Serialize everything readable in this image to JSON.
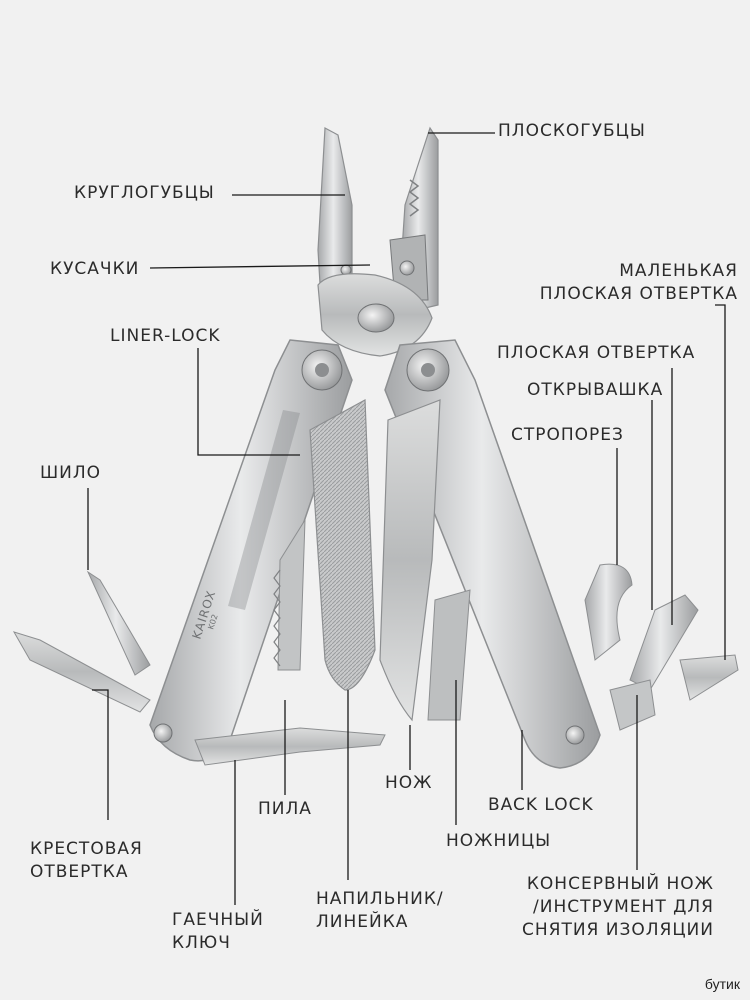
{
  "labels": {
    "ploskogubtsy": "ПЛОСКОГУБЦЫ",
    "kruglogubtsy": "КРУГЛОГУБЦЫ",
    "kusachki": "КУСАЧКИ",
    "malenkaya_line1": "МАЛЕНЬКАЯ",
    "malenkaya_line2": "ПЛОСКАЯ ОТВЕРТКА",
    "liner_lock": "LINER-LOCK",
    "ploskaya": "ПЛОСКАЯ ОТВЕРТКА",
    "otkryvashka": "ОТКРЫВАШКА",
    "stroporez": "СТРОПОРЕЗ",
    "shilo": "ШИЛО",
    "nozh": "НОЖ",
    "back_lock": "BACK LOCK",
    "pila": "ПИЛА",
    "krestovaya_line1": "КРЕСТОВАЯ",
    "krestovaya_line2": "ОТВЕРТКА",
    "nozhnitsy": "НОЖНИЦЫ",
    "konservny_line1": "КОНСЕРВНЫЙ НОЖ",
    "konservny_line2": "/ИНСТРУМЕНТ ДЛЯ",
    "konservny_line3": "СНЯТИЯ ИЗОЛЯЦИИ",
    "napilnik_line1": "НАПИЛЬНИК/",
    "napilnik_line2": "ЛИНЕЙКА",
    "gaechny_line1": "ГАЕЧНЫЙ",
    "gaechny_line2": "КЛЮЧ"
  },
  "tool_engraving": {
    "brand": "KAIROX",
    "model": "K02"
  },
  "watermark": "бутик",
  "colors": {
    "background": "#f1f1f1",
    "steel": "#c9cacb",
    "steel_dark": "#8d8f91",
    "leader": "#1a1a1a"
  }
}
